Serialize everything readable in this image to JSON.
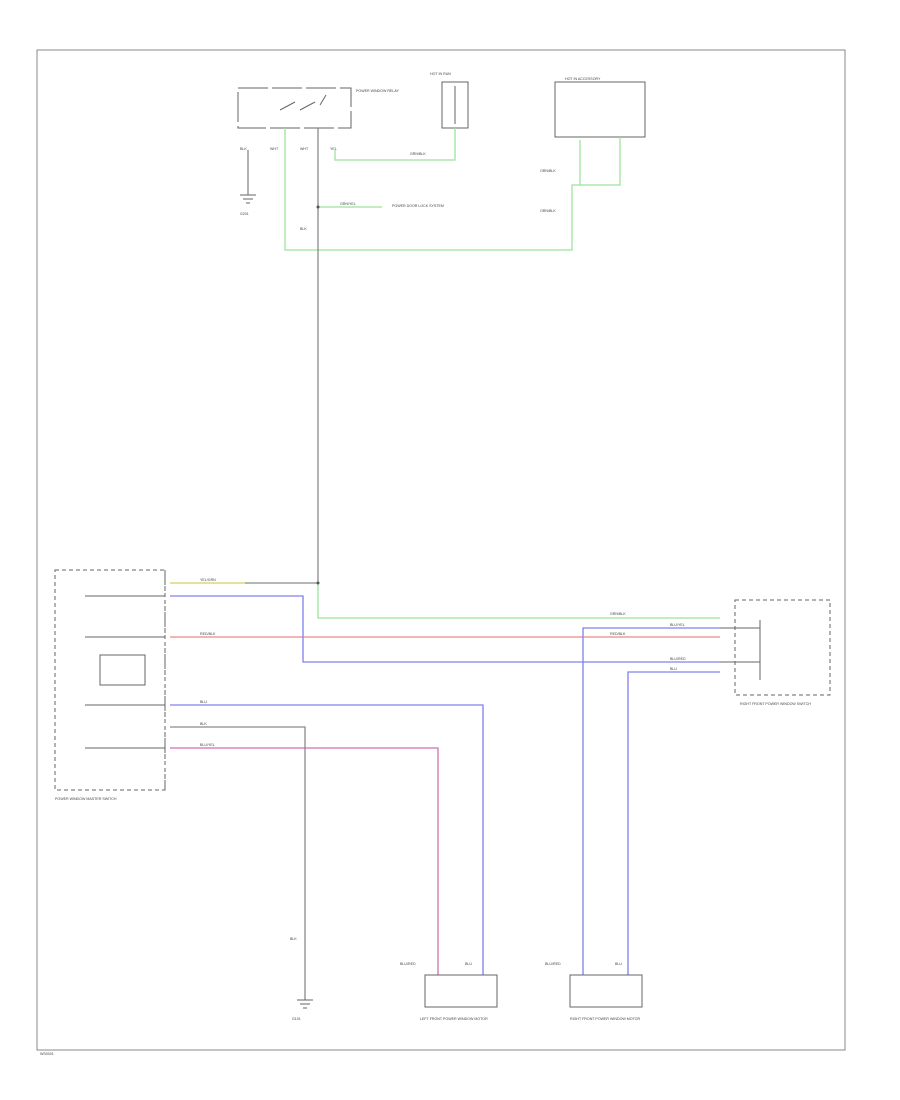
{
  "diagram": {
    "page_code": "WS0001",
    "components": {
      "power_window_relay": {
        "name": "POWER WINDOW RELAY"
      },
      "fuse_box": {
        "name": "HOT IN RUN"
      },
      "fuse_block": {
        "name": "HOT IN ACCESSORY"
      },
      "ground_top": {
        "name": "G201"
      },
      "main_switch": {
        "name": "POWER WINDOW MASTER SWITCH"
      },
      "right_front_switch": {
        "name": "RIGHT FRONT POWER WINDOW SWITCH"
      },
      "ground_bottom": {
        "name": "G101"
      },
      "left_front_motor": {
        "name": "LEFT FRONT POWER WINDOW MOTOR"
      },
      "right_front_motor": {
        "name": "RIGHT FRONT POWER WINDOW MOTOR"
      },
      "power_door_lock": {
        "name": "POWER DOOR LOCK SYSTEM"
      }
    },
    "wire_labels": {
      "blk_top": "BLK",
      "wht_1": "WHT",
      "wht_2": "WHT",
      "yel_1": "YEL",
      "blk_2": "BLK",
      "grn_blk": "GRN/BLK",
      "grn_yel": "GRN/YEL",
      "orn_blk_1": "ORN/BLK",
      "orn_blk_2": "ORN/BLK",
      "grn_blk_r": "GRN/BLK",
      "yel_grn": "YEL/GRN",
      "red_blk": "RED/BLK",
      "red_blk_2": "RED/BLK",
      "blu_2": "BLU",
      "blk_3": "BLK",
      "blu_yel": "BLU/YEL",
      "blu_yel_r": "BLU/YEL",
      "blu_red_r": "BLU/RED",
      "blu_r": "BLU",
      "blk_gnd": "BLK",
      "blu_red_lf": "BLU/RED",
      "blu_lf": "BLU",
      "blu_red_rf": "BLU/RED",
      "blu_rf": "BLU"
    }
  }
}
